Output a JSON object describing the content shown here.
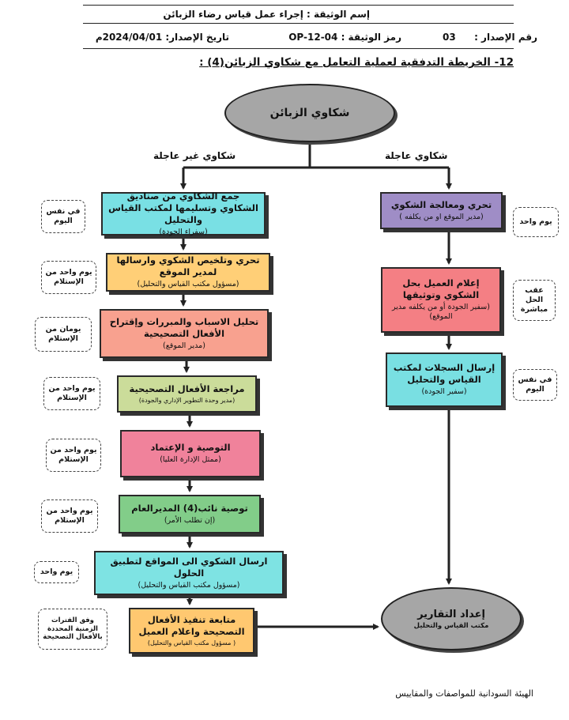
{
  "header": {
    "doc_name": "إسم الوثيقة : إجراء عمل قياس رضاء الزبائن",
    "issue_no_label": "رقم الإصدار :",
    "issue_no_value": "03",
    "doc_code": "رمز الوثيقة : OP-12-04",
    "issue_date": "تاريخ الإصدار: 2024/04/01م"
  },
  "section_title": "12- الخريطة التدفقية لعملية التعامل مع شكاوي الزبائن(4) :",
  "start_node": "شكاوي الزبائن",
  "branches": {
    "urgent": "شكاوي عاجلة",
    "non_urgent": "شكاوي غير عاجلة"
  },
  "left_steps": [
    {
      "main": "جمع الشكاوي من صناديق الشكاوي وتسليمها لمكتب القياس والتحليل",
      "sub": "(سفراء الجودة)",
      "color": "#79e0e4",
      "note": "في نفس اليوم"
    },
    {
      "main": "تحري وتلخيص الشكوي وارسالها لمدير الموقع",
      "sub": "(مسؤول مكتب القياس والتحليل)",
      "color": "#ffcf77",
      "note": "يوم واحد من الإستلام"
    },
    {
      "main": "تحليل الاسباب والمبررات وإقتراح الأفعال التصحيحية",
      "sub": "(مدير الموقع)",
      "color": "#f8a18f",
      "note": "يومان من الإستلام"
    },
    {
      "main": "مراجعة الأفعال التصحيحية",
      "sub": "(مدير وحدة التطوير الإداري والجودة)",
      "color": "#cbdc9a",
      "note": "يوم واحد من الإستلام"
    },
    {
      "main": "التوصية و الإعتماد",
      "sub": "(ممثل الإدارة العليا)",
      "color": "#f0829b",
      "note": "يوم واحد من الإستلام"
    },
    {
      "main": "توصية نائب(4) المديرالعام",
      "sub": "(إن تطلب الأمر)",
      "color": "#82cd89",
      "note": "يوم واحد من الإستلام"
    },
    {
      "main": "ارسال الشكوي الى المواقع لتطبيق الحلول",
      "sub": "(مسؤول مكتب القياس والتحليل)",
      "color": "#7ee3e3",
      "note": "يوم واحد"
    },
    {
      "main": "متابعة تنفيذ الأفعال التصحيحة واعلام العميل",
      "sub": "( مسؤول مكتب القياس والتحليل)",
      "color": "#ffc870",
      "note": "وفق الفترات الزمنية المحددة بالأفعال التصحيحة"
    }
  ],
  "right_steps": [
    {
      "main": "تحري ومعالجة الشكوي",
      "sub": "(مدير الموقع او من يكلفه )",
      "color": "#9f8dc6",
      "note": "يوم واحد"
    },
    {
      "main": "إعلام العميل بحل الشكوي وتوثيقها",
      "sub": "(سفير الجودة أو من يكلفه مدير الموقع)",
      "color": "#f47f84",
      "note": "عقب الحل مباشرة"
    },
    {
      "main": "إرسال السجلات لمكتب القياس والتحليل",
      "sub": "(سفير الجودة)",
      "color": "#79dfe2",
      "note": "في نفس اليوم"
    }
  ],
  "end_node": {
    "main": "إعداد التقارير",
    "sub": "مكتب القياس والتحليل"
  },
  "footer": "الهيئة السودانية للمواصفات والمقاييس",
  "colors": {
    "ellipse": "#a6a6a6",
    "border": "#2a2a2a"
  }
}
